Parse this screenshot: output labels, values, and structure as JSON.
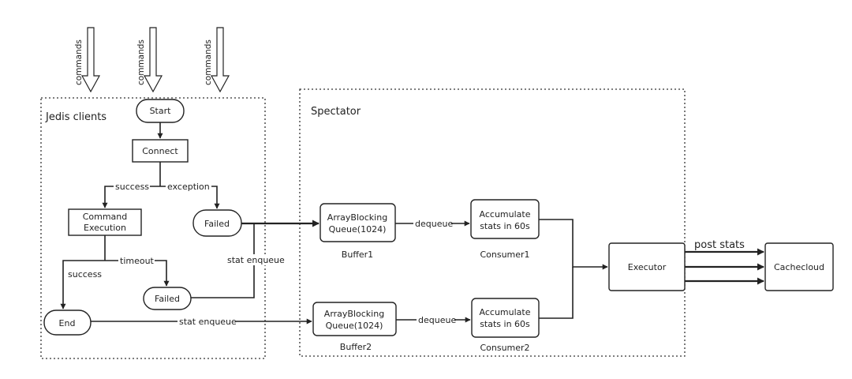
{
  "input_arrows": [
    {
      "label": "commands"
    },
    {
      "label": "commands"
    },
    {
      "label": "commands"
    }
  ],
  "groups": {
    "jedis": {
      "title": "Jedis clients"
    },
    "spectator": {
      "title": "Spectator"
    }
  },
  "nodes": {
    "start": {
      "label": "Start"
    },
    "connect": {
      "label": "Connect"
    },
    "command_execution": {
      "lines": [
        "Command",
        "Execution"
      ]
    },
    "failed_1": {
      "label": "Failed"
    },
    "failed_2": {
      "label": "Failed"
    },
    "end": {
      "label": "End"
    },
    "queue_1": {
      "lines": [
        "ArrayBlocking",
        "Queue(1024)"
      ],
      "caption": "Buffer1"
    },
    "queue_2": {
      "lines": [
        "ArrayBlocking",
        "Queue(1024)"
      ],
      "caption": "Buffer2"
    },
    "consumer_1": {
      "lines": [
        "Accumulate",
        "stats in 60s"
      ],
      "caption": "Consumer1"
    },
    "consumer_2": {
      "lines": [
        "Accumulate",
        "stats in 60s"
      ],
      "caption": "Consumer2"
    },
    "executor": {
      "label": "Executor"
    },
    "cachecloud": {
      "label": "Cachecloud"
    }
  },
  "edge_labels": {
    "success_1": "success",
    "exception": "exception",
    "success_2": "success",
    "timeout": "timeout",
    "stat_enqueue_1": "stat enqueue",
    "stat_enqueue_2": "stat enqueue",
    "dequeue_1": "dequeue",
    "dequeue_2": "dequeue",
    "post_stats": "post stats"
  }
}
